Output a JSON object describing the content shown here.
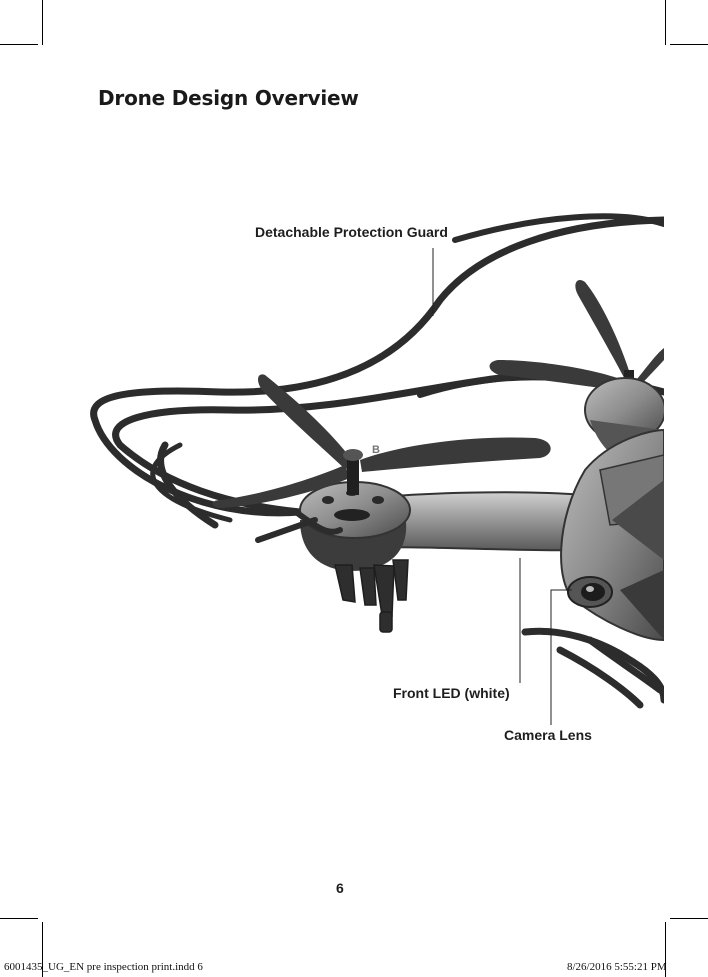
{
  "page": {
    "title": "Drone Design Overview",
    "page_number": "6"
  },
  "callouts": {
    "protection_guard": "Detachable Protection Guard",
    "front_led": "Front LED (white)",
    "camera_lens": "Camera Lens"
  },
  "slug": {
    "file": "6001435_UG_EN pre inspection print.indd   6",
    "timestamp": "8/26/2016   5:55:21 PM"
  },
  "figure": {
    "propeller_marking": "B"
  }
}
